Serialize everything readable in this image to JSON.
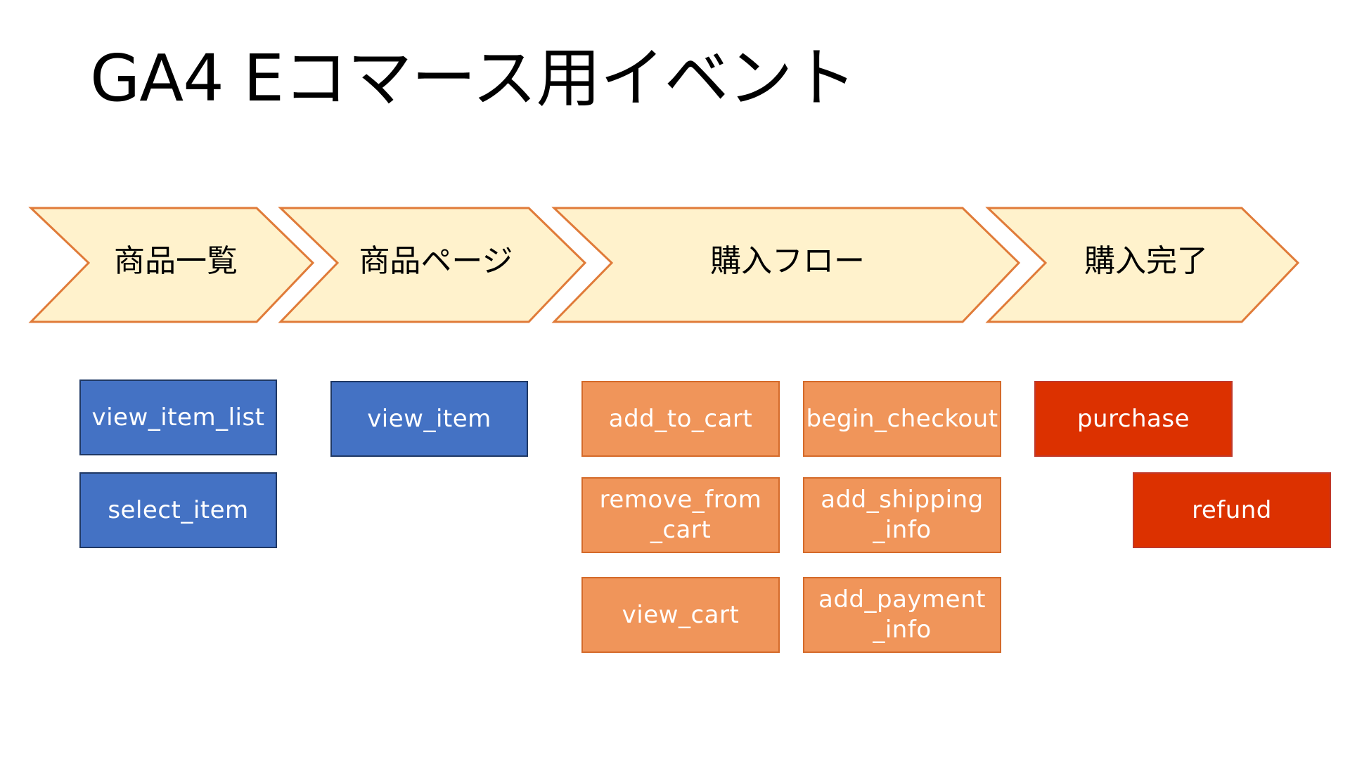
{
  "title": "GA4 Eコマース用イベント",
  "colors": {
    "chevron_fill": "#fff2cc",
    "chevron_stroke": "#e07b39",
    "blue": "#4472c4",
    "orange": "#f0955a",
    "red": "#dc3100"
  },
  "stages": [
    {
      "label": "商品一覧"
    },
    {
      "label": "商品ページ"
    },
    {
      "label": "購入フロー"
    },
    {
      "label": "購入完了"
    }
  ],
  "events": {
    "view_item_list": {
      "line1": "view_item_list",
      "line2": ""
    },
    "select_item": {
      "line1": "select_item",
      "line2": ""
    },
    "view_item": {
      "line1": "view_item",
      "line2": ""
    },
    "add_to_cart": {
      "line1": "add_to_cart",
      "line2": ""
    },
    "remove_from_cart": {
      "line1": "remove_from",
      "line2": "_cart"
    },
    "view_cart": {
      "line1": "view_cart",
      "line2": ""
    },
    "begin_checkout": {
      "line1": "begin_checkout",
      "line2": ""
    },
    "add_shipping_info": {
      "line1": "add_shipping",
      "line2": "_info"
    },
    "add_payment_info": {
      "line1": "add_payment",
      "line2": "_info"
    },
    "purchase": {
      "line1": "purchase",
      "line2": ""
    },
    "refund": {
      "line1": "refund",
      "line2": ""
    }
  }
}
